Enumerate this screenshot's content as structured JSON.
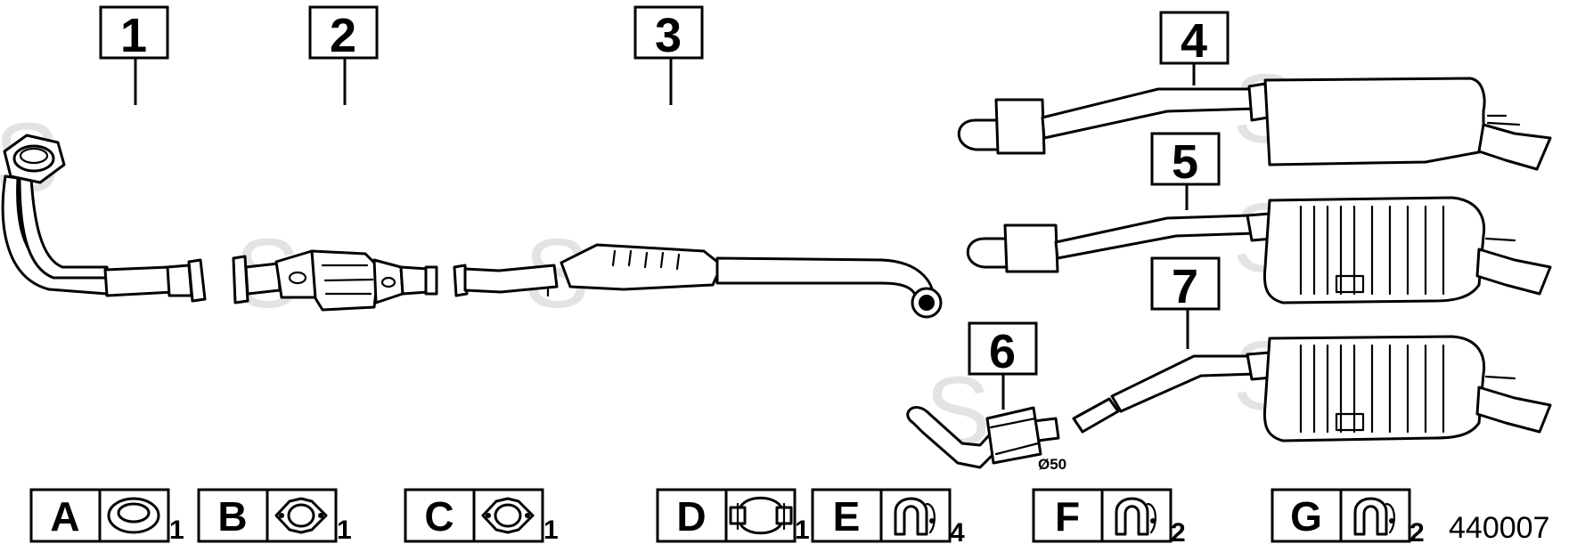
{
  "watermark_letter": "S",
  "callouts": [
    "1",
    "2",
    "3",
    "4",
    "5",
    "6",
    "7"
  ],
  "diameter_label": "Ø50",
  "legend": [
    {
      "letter": "A",
      "qty": "1",
      "icon": "gasket-ring-icon"
    },
    {
      "letter": "B",
      "qty": "1",
      "icon": "flange-gasket-icon"
    },
    {
      "letter": "C",
      "qty": "1",
      "icon": "flange-gasket-icon"
    },
    {
      "letter": "D",
      "qty": "1",
      "icon": "pipe-clamp-icon"
    },
    {
      "letter": "E",
      "qty": "4",
      "icon": "rubber-hanger-icon"
    },
    {
      "letter": "F",
      "qty": "2",
      "icon": "rubber-hanger-icon"
    },
    {
      "letter": "G",
      "qty": "2",
      "icon": "rubber-hanger-icon"
    }
  ],
  "diagram_id": "440007"
}
